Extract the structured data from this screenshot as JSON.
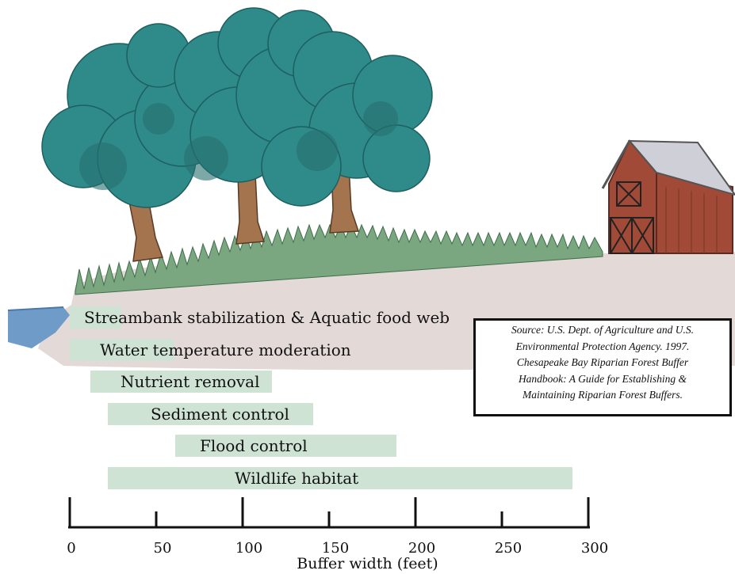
{
  "chart_data": {
    "type": "bar",
    "subtype": "horizontal-range",
    "xlabel": "Buffer width (feet)",
    "xlim": [
      0,
      300
    ],
    "ticks": [
      0,
      50,
      100,
      150,
      200,
      250,
      300
    ],
    "bars": [
      {
        "label": "Streambank stabilization & Aquatic food web",
        "start": 0,
        "end": 30
      },
      {
        "label": "Water temperature moderation",
        "start": 0,
        "end": 60
      },
      {
        "label": "Nutrient removal",
        "start": 12,
        "end": 117
      },
      {
        "label": "Sediment control",
        "start": 22,
        "end": 141
      },
      {
        "label": "Flood control",
        "start": 61,
        "end": 189
      },
      {
        "label": "Wildlife habitat",
        "start": 22,
        "end": 291
      }
    ]
  },
  "source": {
    "lines": [
      "Source: U.S. Dept. of Agriculture and U.S.",
      "Environmental Protection Agency. 1997.",
      "Chesapeake Bay Riparian  Forest Buffer",
      "Handbook: A Guide for Establishing &",
      "Maintaining Riparian Forest Buffers."
    ]
  },
  "colors": {
    "bar": "#cfe3d4",
    "tree": "#2f8a8a",
    "ground": "#e3d9d6",
    "barn": "#a14a37",
    "water": "#6f9bc8",
    "grass": "#5c8f68"
  }
}
